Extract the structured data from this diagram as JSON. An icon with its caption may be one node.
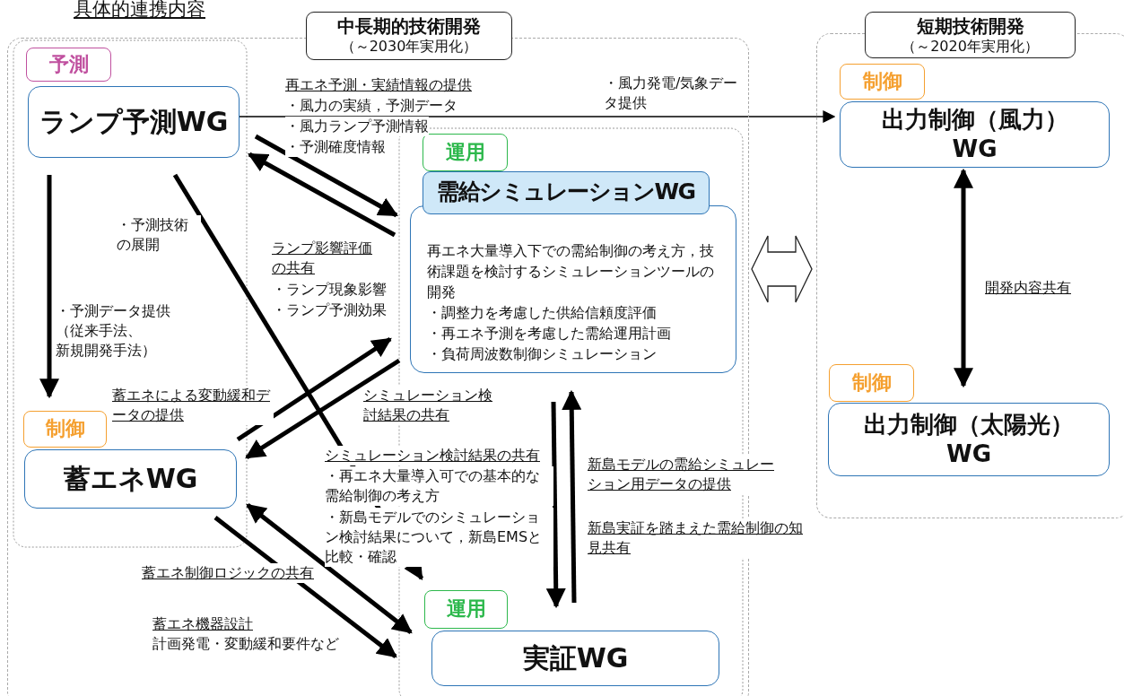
{
  "diagram": {
    "title": "具体的連携内容",
    "nodes": [
      {
        "text": [
          "中長期的技術開発",
          "（～2030年実用化）"
        ]
      },
      {
        "text": [
          "短期技術開発",
          "（～2020年実用化）"
        ]
      },
      {
        "text": [
          "予測",
          "ランプ予測WG"
        ],
        "in": 0
      },
      {
        "text": [
          "運用",
          "需給シミュレーションWG",
          "再エネ大量導入下での需給制御の考え方，技術課題を検討するシミュレーションツールの開発",
          "・調整力を考慮した供給信頼度評価",
          "・再エネ予測を考慮した需給運用計画",
          "・負荷周波数制御シミュレーション"
        ],
        "in": 0
      },
      {
        "text": [
          "制御",
          "蓄エネWG"
        ],
        "in": 0
      },
      {
        "text": [
          "運用",
          "実証WG"
        ],
        "in": 0
      },
      {
        "text": [
          "制御",
          "出力制御（風力）WG"
        ],
        "in": 1
      },
      {
        "text": [
          "制御",
          "出力制御（太陽光）WG"
        ],
        "in": 1
      }
    ],
    "edges": [
      {
        "from": 0,
        "to": 1,
        "arrow": "both"
      },
      {
        "from": 2,
        "to": 6,
        "arrow": "to",
        "label": "・風力発電/気象データ提供"
      },
      {
        "from": 2,
        "to": 3,
        "arrow": "to"
      },
      {
        "from": 3,
        "to": 2,
        "arrow": "to"
      },
      {
        "from": 2,
        "to": 4,
        "arrow": "to"
      },
      {
        "from": 2,
        "to": 5,
        "arrow": "to"
      },
      {
        "from": 4,
        "to": 3,
        "arrow": "to"
      },
      {
        "from": 3,
        "to": 4,
        "arrow": "to"
      },
      {
        "from": 4,
        "to": 5,
        "arrow": "both"
      },
      {
        "from": 4,
        "to": 5,
        "arrow": "to"
      },
      {
        "from": 3,
        "to": 5,
        "arrow": "to"
      },
      {
        "from": 5,
        "to": 3,
        "arrow": "to"
      },
      {
        "from": 6,
        "to": 7,
        "arrow": "both"
      }
    ],
    "labels": [
      "再エネ予測・実績情報の提供",
      "・風力の実績，予測データ",
      "・風力ランプ予測情報",
      "・予測確度情報",
      "・予測技術の展開",
      "・予測データ提供",
      "（従来手法、",
      "新規開発手法）",
      "ランプ影響評価の共有",
      "・ランプ現象影響",
      "・ランプ予測効果",
      "蓄エネによる変動緩和データの提供",
      "シミュレーション検討結果の共有",
      "シミュレーション検討結果の共有",
      "・再エネ大量導入可での基本的な需給制御の考え方",
      "・新島モデルでのシミュレーション検討結果について，新島EMSと比較・確認",
      "新島モデルの需給シミュレーション用データの提供",
      "新島実証を踏まえた需給制御の知見共有",
      "蓄エネ制御ロジックの共有",
      "蓄エネ機器設計",
      "計画発電・変動緩和要件など",
      "開発内容共有"
    ]
  }
}
